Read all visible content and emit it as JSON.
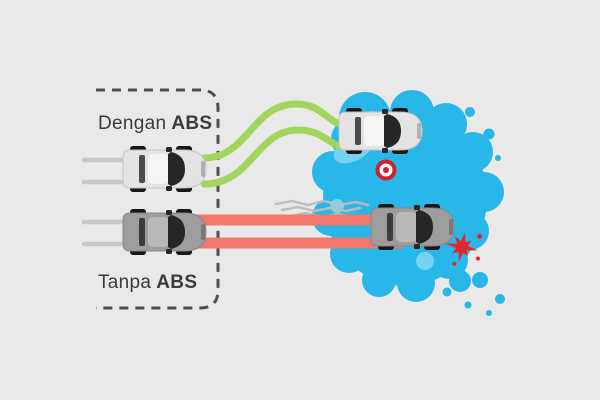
{
  "labels": {
    "with_abs": {
      "text": "Dengan",
      "emphasis": "ABS"
    },
    "without_abs": {
      "text": "Tanpa",
      "emphasis": "ABS"
    }
  },
  "icons": {
    "car": "top-view-car",
    "crash": "burst-star",
    "obstacle_marker": "red-ring-target",
    "puddle": "water-blob",
    "droplet": "water-droplet"
  },
  "colors": {
    "background": "#e9e9e9",
    "dash_border": "#4f4f4f",
    "text": "#3a3a3a",
    "road_line": "#c8c8c8",
    "abs_track": "#a2d45e",
    "skid_track": "#f3776b",
    "skid_smoke": "#bdbdbd",
    "puddle": "#29b6e8",
    "puddle_highlight": "#74d2f4",
    "crash": "#e0272b",
    "marker_red": "#cf2030",
    "car_light_body": "#e3e3e3",
    "car_light_roof": "#f5f5f5",
    "car_dark_body": "#9d9d9d",
    "car_dark_roof": "#b8b8b8",
    "wheel": "#161616",
    "glass": "#262626"
  }
}
